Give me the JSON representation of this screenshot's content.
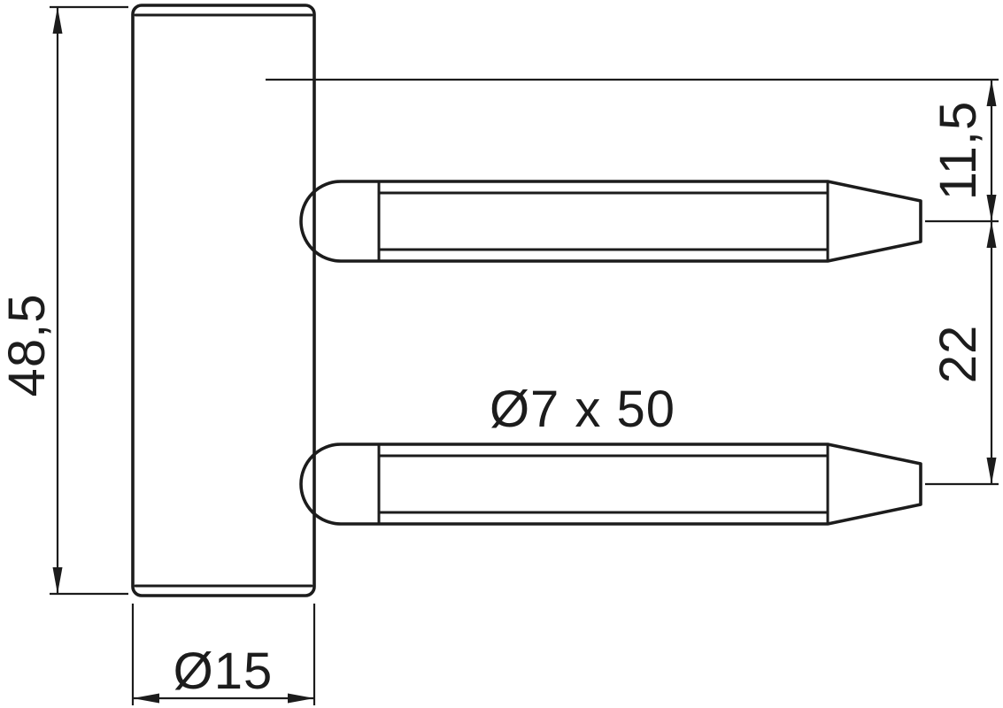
{
  "drawing": {
    "colors": {
      "line": "#1c1c1c",
      "background": "#ffffff"
    },
    "dimensions": {
      "overall_height": "48,5",
      "body_diameter": "Ø15",
      "pin_spec": "Ø7 x 50",
      "top_pin_offset": "11,5",
      "pin_spacing": "22"
    }
  }
}
